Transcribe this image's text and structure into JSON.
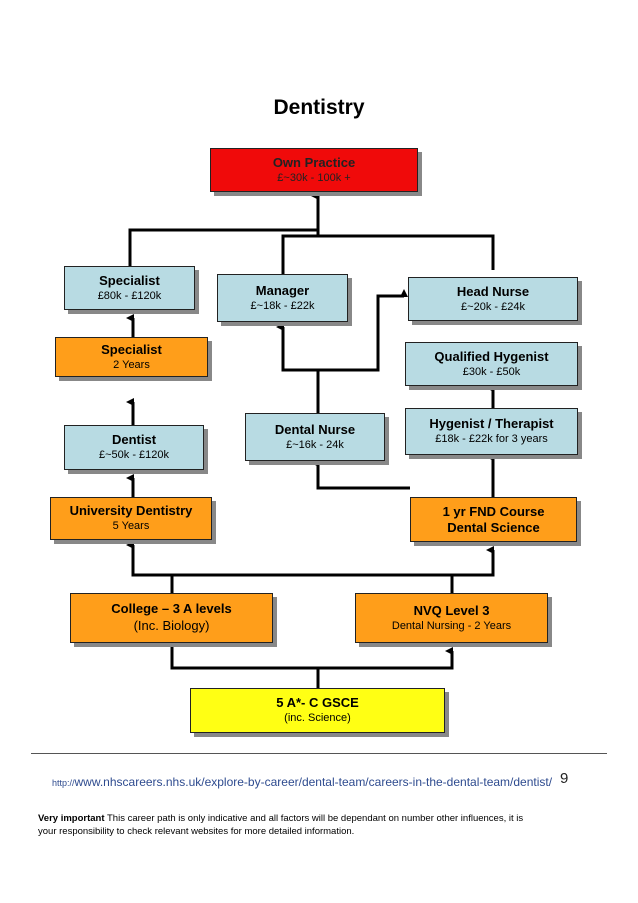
{
  "title": "Dentistry",
  "boxes": {
    "own_practice": {
      "title": "Own Practice",
      "sub": "£~30k - 100k +"
    },
    "specialist_salary": {
      "title": "Specialist",
      "sub": "£80k - £120k"
    },
    "manager": {
      "title": "Manager",
      "sub": "£~18k - £22k"
    },
    "head_nurse": {
      "title": "Head Nurse",
      "sub": "£~20k - £24k"
    },
    "specialist_training": {
      "title": "Specialist",
      "sub": "2 Years"
    },
    "qualified_hygenist": {
      "title": "Qualified Hygenist",
      "sub": "£30k - £50k"
    },
    "dental_nurse": {
      "title": "Dental Nurse",
      "sub": "£~16k - 24k"
    },
    "hygenist_therapist": {
      "title": "Hygenist / Therapist",
      "sub": "£18k - £22k for 3 years"
    },
    "dentist": {
      "title": "Dentist",
      "sub": "£~50k - £120k"
    },
    "university_dentistry": {
      "title": "University Dentistry",
      "sub": "5 Years"
    },
    "fnd_course": {
      "title": "1 yr FND Course",
      "sub": "Dental Science"
    },
    "college": {
      "title": "College – 3 A levels",
      "sub": "(Inc. Biology)"
    },
    "nvq": {
      "title": "NVQ Level 3",
      "sub": "Dental Nursing - 2 Years"
    },
    "gcse": {
      "title": "5 A*- C GSCE",
      "sub": "(inc. Science)"
    }
  },
  "footer": {
    "url_prefix": "http://",
    "url": "www.nhscareers.nhs.uk/explore-by-career/dental-team/careers-in-the-dental-team/dentist/",
    "page_number": "9",
    "note_bold": "Very important",
    "note_text": " This career path is only indicative and all factors will be dependant on number other influences, it is your responsibility to check relevant websites for more detailed information."
  },
  "colors": {
    "blue": "#b8dbe3",
    "orange": "#ff9e1a",
    "red": "#f00a0a",
    "yellow": "#ffff14",
    "link": "#2e4b8f"
  }
}
